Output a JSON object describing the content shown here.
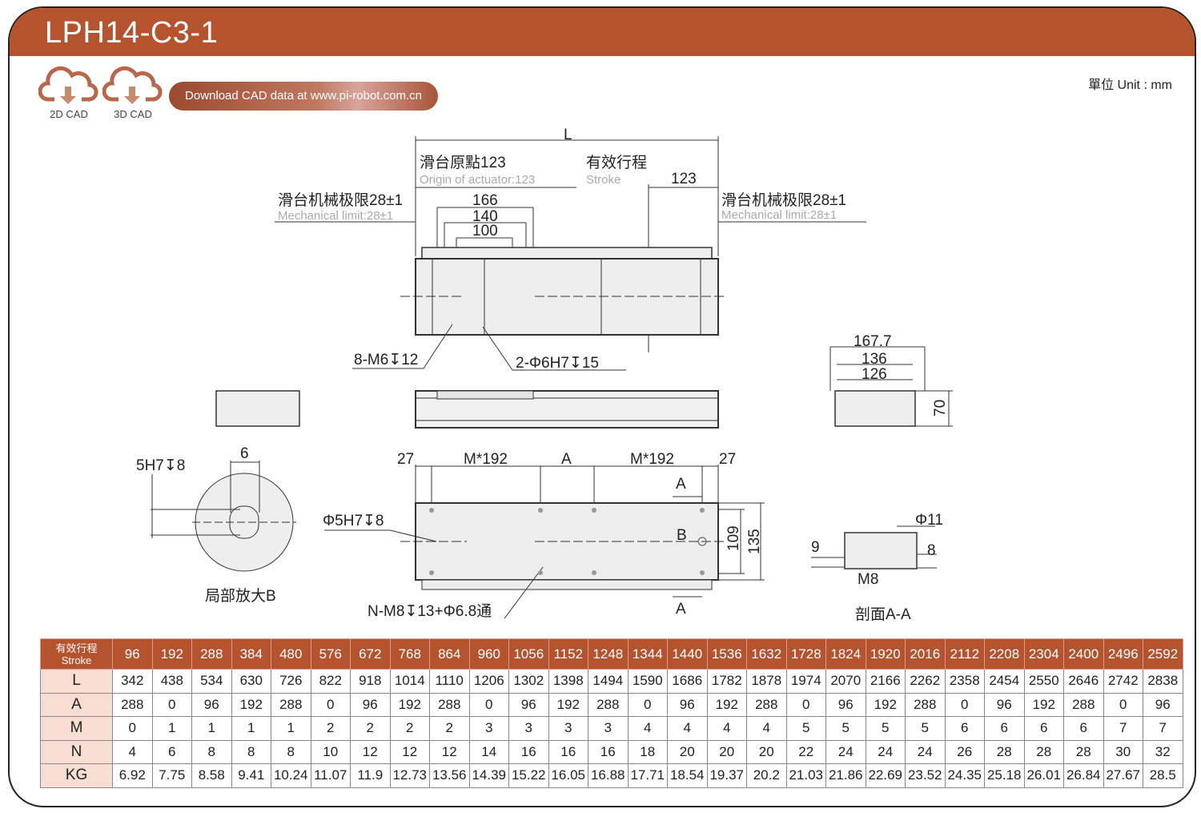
{
  "header": {
    "title": "LPH14-C3-1",
    "unit": "單位 Unit : mm"
  },
  "cad": {
    "icon_2d": "cloud-download-icon",
    "label_2d": "2D CAD",
    "icon_3d": "cloud-download-icon",
    "label_3d": "3D CAD",
    "download_text": "Download CAD data at www.pi-robot.com.cn"
  },
  "colors": {
    "brand": "#b5532f"
  },
  "drawing": {
    "L": "L",
    "origin_cn": "滑台原點123",
    "origin_en": "Origin of actuator:123",
    "stroke_cn": "有效行程",
    "stroke_en": "Stroke",
    "dim_123": "123",
    "mech_cn_left": "滑台机械极限28±1",
    "mech_en_left": "Mechanical limit:28±1",
    "mech_cn_right": "滑台机械极限28±1",
    "mech_en_right": "Mechanical limit:28±1",
    "d166": "166",
    "d140": "140",
    "d100": "100",
    "holes_m6": "8-M6↧12",
    "holes_d6": "2-Φ6H7↧15",
    "d167": "167.7",
    "d136": "136",
    "d126": "126",
    "d70": "70",
    "h5": "5H7↧8",
    "d6": "6",
    "detail_b": "局部放大B",
    "d27l": "27",
    "m192l": "M*192",
    "a": "A",
    "m192r": "M*192",
    "d27r": "27",
    "sec_a_top": "A",
    "sec_a_bot": "A",
    "b": "B",
    "phi5": "Φ5H7↧8",
    "d109": "109",
    "d135": "135",
    "n_m8": "N-M8↧13+Φ6.8通",
    "phi11": "Φ11",
    "d9": "9",
    "d8": "8",
    "m8": "M8",
    "section": "剖面A-A"
  },
  "table": {
    "header_cn": "有效行程",
    "header_en": "Stroke",
    "stroke": [
      "96",
      "192",
      "288",
      "384",
      "480",
      "576",
      "672",
      "768",
      "864",
      "960",
      "1056",
      "1152",
      "1248",
      "1344",
      "1440",
      "1536",
      "1632",
      "1728",
      "1824",
      "1920",
      "2016",
      "2112",
      "2208",
      "2304",
      "2400",
      "2496",
      "2592"
    ],
    "rows": [
      {
        "label": "L",
        "values": [
          "342",
          "438",
          "534",
          "630",
          "726",
          "822",
          "918",
          "1014",
          "1110",
          "1206",
          "1302",
          "1398",
          "1494",
          "1590",
          "1686",
          "1782",
          "1878",
          "1974",
          "2070",
          "2166",
          "2262",
          "2358",
          "2454",
          "2550",
          "2646",
          "2742",
          "2838"
        ]
      },
      {
        "label": "A",
        "values": [
          "288",
          "0",
          "96",
          "192",
          "288",
          "0",
          "96",
          "192",
          "288",
          "0",
          "96",
          "192",
          "288",
          "0",
          "96",
          "192",
          "288",
          "0",
          "96",
          "192",
          "288",
          "0",
          "96",
          "192",
          "288",
          "0",
          "96"
        ]
      },
      {
        "label": "M",
        "values": [
          "0",
          "1",
          "1",
          "1",
          "1",
          "2",
          "2",
          "2",
          "2",
          "3",
          "3",
          "3",
          "3",
          "4",
          "4",
          "4",
          "4",
          "5",
          "5",
          "5",
          "5",
          "6",
          "6",
          "6",
          "6",
          "7",
          "7"
        ]
      },
      {
        "label": "N",
        "values": [
          "4",
          "6",
          "8",
          "8",
          "8",
          "10",
          "12",
          "12",
          "12",
          "14",
          "16",
          "16",
          "16",
          "18",
          "20",
          "20",
          "20",
          "22",
          "24",
          "24",
          "24",
          "26",
          "28",
          "28",
          "28",
          "30",
          "32"
        ]
      },
      {
        "label": "KG",
        "values": [
          "6.92",
          "7.75",
          "8.58",
          "9.41",
          "10.24",
          "11.07",
          "11.9",
          "12.73",
          "13.56",
          "14.39",
          "15.22",
          "16.05",
          "16.88",
          "17.71",
          "18.54",
          "19.37",
          "20.2",
          "21.03",
          "21.86",
          "22.69",
          "23.52",
          "24.35",
          "25.18",
          "26.01",
          "26.84",
          "27.67",
          "28.5"
        ]
      }
    ]
  }
}
